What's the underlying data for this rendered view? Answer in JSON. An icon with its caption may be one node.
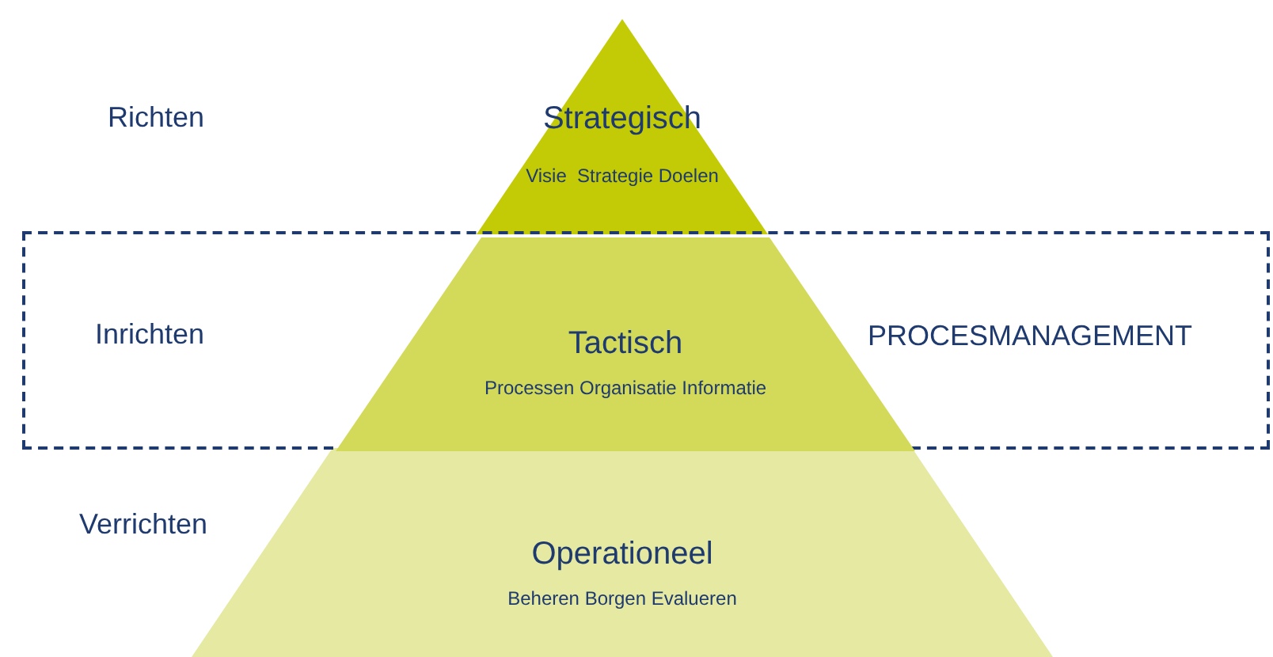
{
  "diagram": {
    "nodes": [
      {
        "text": [
          "Strategisch",
          "Visie  Strategie Doelen"
        ]
      },
      {
        "text": [
          "PROCESMANAGEMENT"
        ]
      },
      {
        "text": [
          "Tactisch",
          "Processen Organisatie Informatie"
        ],
        "in": 1
      },
      {
        "text": [
          "Operationeel",
          "Beheren Borgen Evalueren"
        ]
      }
    ],
    "edges": [],
    "labels": [
      "Richten",
      "Inrichten",
      "Verrichten"
    ]
  }
}
